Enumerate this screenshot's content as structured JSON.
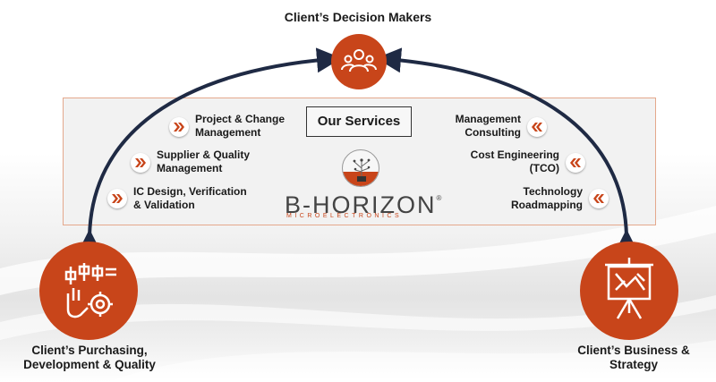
{
  "nodes": {
    "top": {
      "label": "Client’s Decision Makers"
    },
    "left": {
      "label_line1": "Client’s Purchasing,",
      "label_line2": "Development & Quality"
    },
    "right": {
      "label_line1": "Client’s Business &",
      "label_line2": "Strategy"
    }
  },
  "center": {
    "title": "Our Services",
    "brand": "B-HORIZON",
    "brand_mark": "®",
    "tagline": "MICROELECTRONICS"
  },
  "services_left": [
    {
      "line1": "Project & Change",
      "line2": "Management"
    },
    {
      "line1": "Supplier & Quality",
      "line2": "Management"
    },
    {
      "line1": "IC Design, Verification",
      "line2": "& Validation"
    }
  ],
  "services_right": [
    {
      "line1": "Management",
      "line2": "Consulting"
    },
    {
      "line1": "Cost Engineering",
      "line2": "(TCO)"
    },
    {
      "line1": "Technology",
      "line2": "Roadmapping"
    }
  ],
  "colors": {
    "accent": "#c8451a",
    "arrow": "#1f2a44",
    "panel_border": "#e4a88c"
  },
  "icons": {
    "top": "team-icon",
    "left": "process-gear-icon",
    "right": "presentation-board-icon"
  }
}
